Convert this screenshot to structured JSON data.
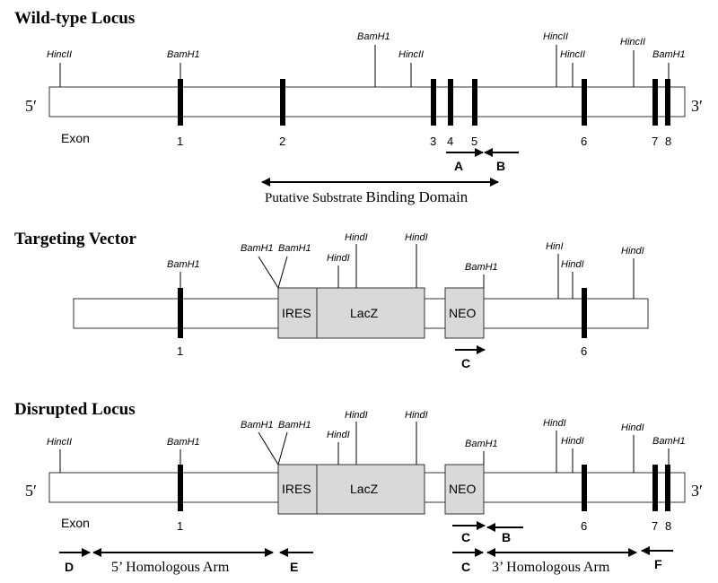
{
  "wild_type": {
    "title": "Wild-type Locus",
    "five_prime": "5′",
    "three_prime": "3′",
    "exon_label": "Exon",
    "exon_numbers": [
      "1",
      "2",
      "3",
      "4",
      "5",
      "6",
      "7",
      "8"
    ],
    "sites": [
      "HincII",
      "BamH1",
      "BamH1",
      "HincII",
      "HincII",
      "HincII",
      "HincII",
      "BamH1"
    ],
    "primers": [
      "A",
      "B"
    ],
    "domain_prefix": "Putative Substrate ",
    "domain_suffix": "Binding Domain"
  },
  "targeting": {
    "title": "Targeting Vector",
    "sites": [
      "BamH1",
      "BamH1",
      "BamH1",
      "HindI",
      "HindI",
      "HindI",
      "BamH1",
      "HinI",
      "HindI",
      "HindI"
    ],
    "box_ires": "IRES",
    "box_lacz": "LacZ",
    "box_neo": "NEO",
    "exon_numbers": [
      "1",
      "6"
    ],
    "primers": [
      "C"
    ]
  },
  "disrupted": {
    "title": "Disrupted Locus",
    "five_prime": "5′",
    "three_prime": "3′",
    "exon_label": "Exon",
    "sites": [
      "HincII",
      "BamH1",
      "BamH1",
      "BamH1",
      "HindI",
      "HindI",
      "HindI",
      "BamH1",
      "HindI",
      "HindI",
      "HindI",
      "BamH1"
    ],
    "box_ires": "IRES",
    "box_lacz": "LacZ",
    "box_neo": "NEO",
    "exon_numbers": [
      "1",
      "6",
      "7",
      "8"
    ],
    "primers": [
      "C",
      "B",
      "C",
      "D",
      "E",
      "F"
    ],
    "arm_5": "5’ Homologous Arm",
    "arm_3": "3’ Homologous Arm"
  }
}
